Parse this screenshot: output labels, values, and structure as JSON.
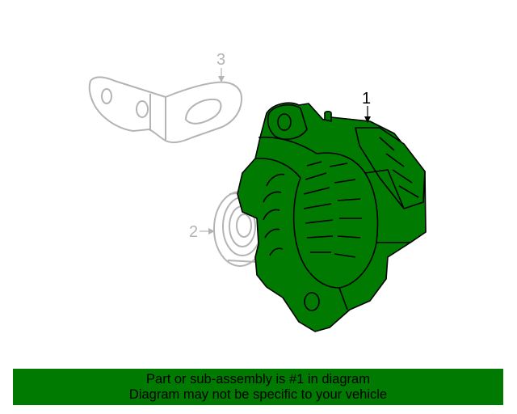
{
  "diagram": {
    "callouts": [
      "1",
      "2",
      "3"
    ],
    "parts": [
      {
        "number": "1",
        "icon": "alternator-icon",
        "highlighted": true
      },
      {
        "number": "2",
        "icon": "pulley-icon",
        "highlighted": false
      },
      {
        "number": "3",
        "icon": "bracket-icon",
        "highlighted": false
      }
    ]
  },
  "banner": {
    "line1": "Part or sub-assembly is #1 in diagram",
    "line2": "Diagram may not be specific to your vehicle"
  },
  "colors": {
    "highlight": "#007a00",
    "outline": "#000000",
    "ghost": "#b4b4b4"
  }
}
